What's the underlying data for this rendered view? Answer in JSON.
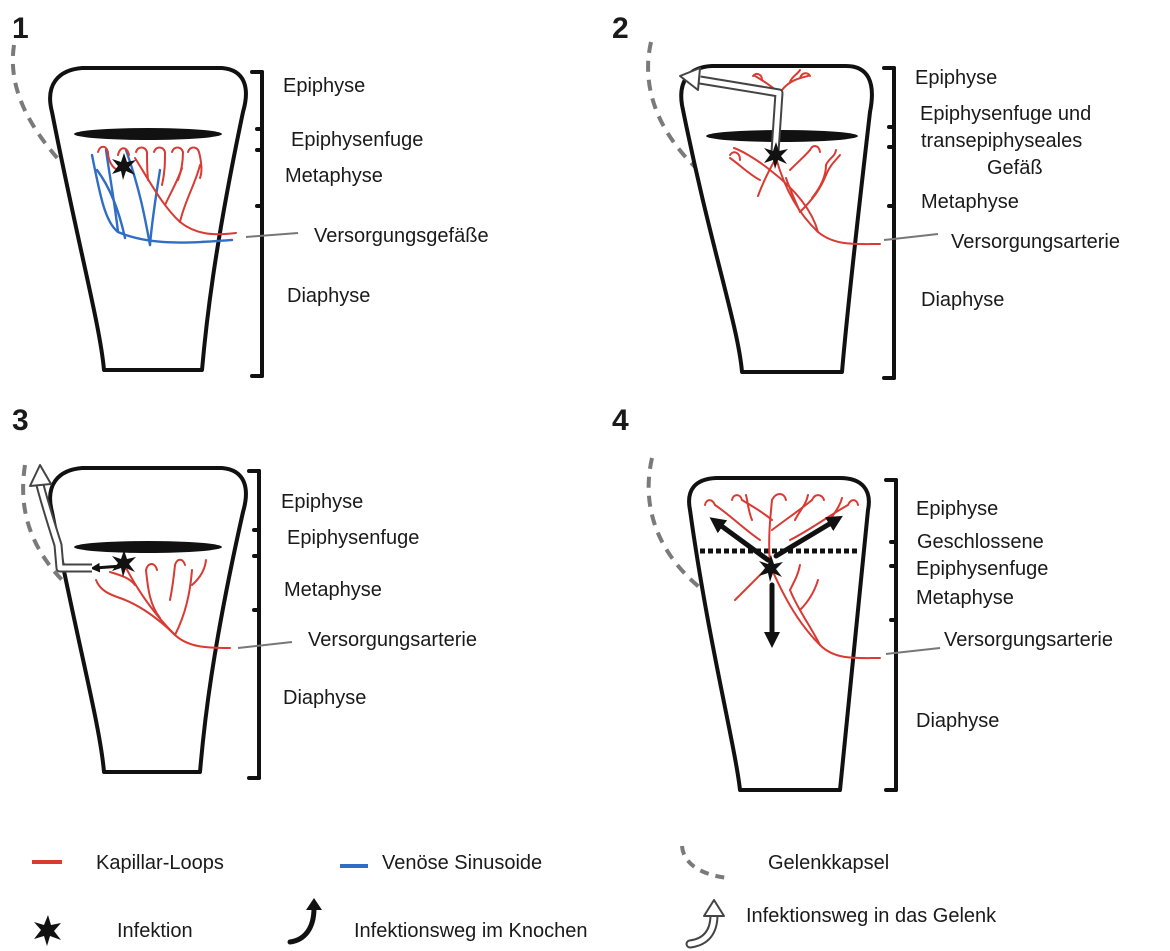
{
  "panels": [
    {
      "number": "1",
      "labels": {
        "epiphyse": "Epiphyse",
        "fuge": "Epiphysenfuge",
        "metaphyse": "Metaphyse",
        "versorgung": "Versorgungsgefäße",
        "diaphyse": "Diaphyse"
      }
    },
    {
      "number": "2",
      "labels": {
        "epiphyse": "Epiphyse",
        "fuge_line1": "Epiphysenfuge und",
        "fuge_line2": "transepiphyseales",
        "fuge_line3": "Gefäß",
        "metaphyse": "Metaphyse",
        "versorgung": "Versorgungsarterie",
        "diaphyse": "Diaphyse"
      }
    },
    {
      "number": "3",
      "labels": {
        "epiphyse": "Epiphyse",
        "fuge": "Epiphysenfuge",
        "metaphyse": "Metaphyse",
        "versorgung": "Versorgungsarterie",
        "diaphyse": "Diaphyse"
      }
    },
    {
      "number": "4",
      "labels": {
        "epiphyse": "Epiphyse",
        "fuge_line1": "Geschlossene",
        "fuge_line2": "Epiphysenfuge",
        "metaphyse": "Metaphyse",
        "versorgung": "Versorgungsarterie",
        "diaphyse": "Diaphyse"
      }
    }
  ],
  "legend": {
    "capillary": "Kapillar-Loops",
    "venous": "Venöse Sinusoide",
    "capsule": "Gelenkkapsel",
    "infection": "Infektion",
    "bone_path": "Infektionsweg im Knochen",
    "joint_path": "Infektionsweg in das Gelenk"
  },
  "colors": {
    "artery": "#d93a32",
    "vein": "#2f6ec4",
    "capsule": "#7a7a7a",
    "outline": "#111111"
  }
}
